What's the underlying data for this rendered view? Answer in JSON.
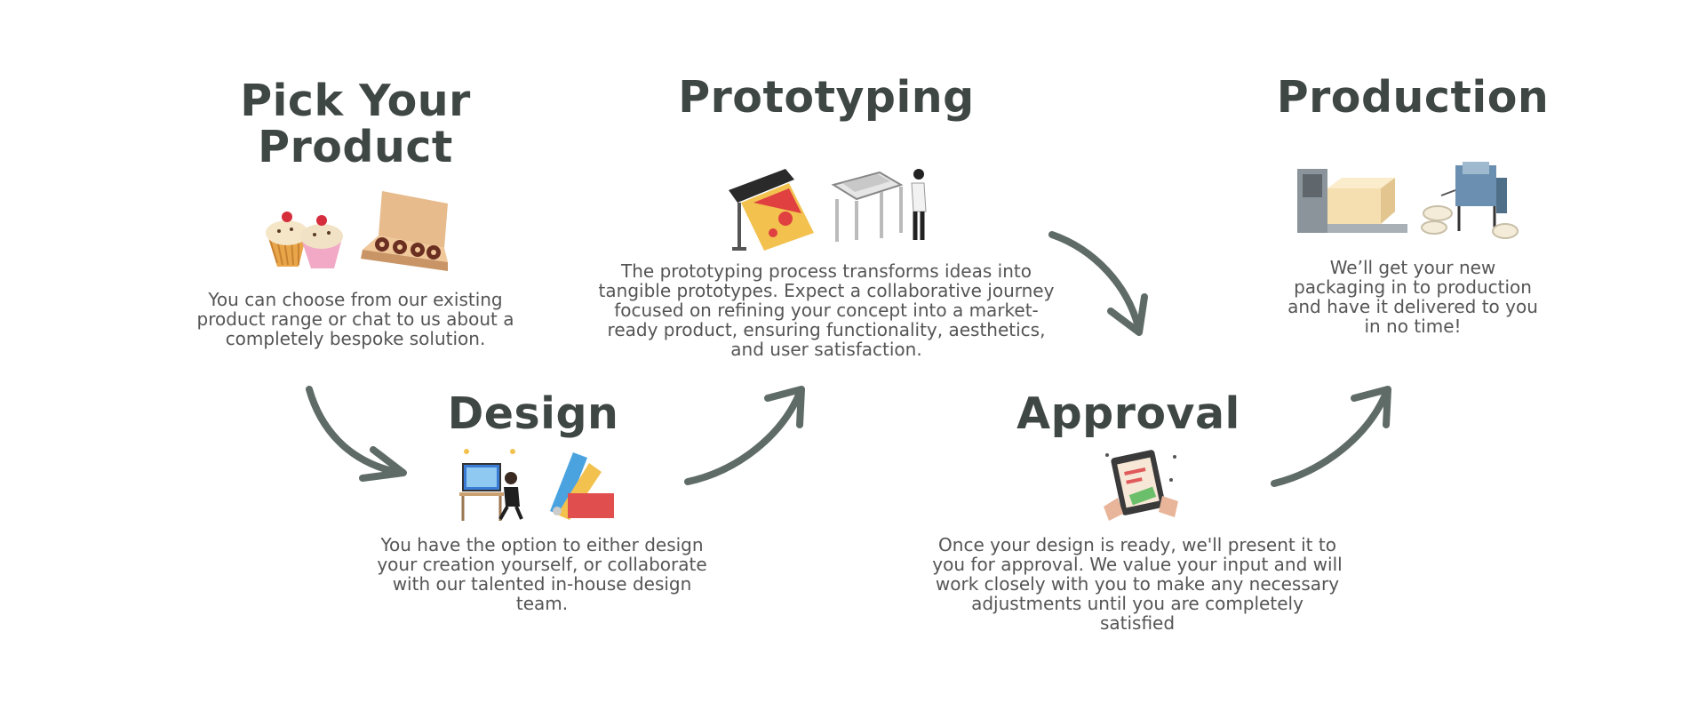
{
  "steps": {
    "pick": {
      "title_line1": "Pick Your",
      "title_line2": "Product",
      "desc_lines": [
        "You can choose from our existing",
        "product range or chat to us about a",
        "completely bespoke solution."
      ],
      "icons": [
        "cupcakes-icon",
        "donut-box-icon"
      ]
    },
    "design": {
      "title": "Design",
      "desc_lines": [
        "You have the option to either design",
        "your creation yourself, or collaborate",
        "with our talented in-house design",
        "team."
      ],
      "icons": [
        "designer-at-computer-icon",
        "color-swatch-icon"
      ]
    },
    "prototyping": {
      "title": "Prototyping",
      "desc_lines": [
        "The prototyping process transforms ideas into",
        "tangible prototypes. Expect a collaborative journey",
        "focused on refining your concept into a market-",
        "ready product, ensuring functionality, aesthetics,",
        "and user satisfaction."
      ],
      "icons": [
        "large-format-printer-icon",
        "cutting-table-icon"
      ]
    },
    "approval": {
      "title": "Approval",
      "desc_lines": [
        "Once your design is ready, we'll present it to",
        "you for approval. We value your input and will",
        "work closely with you to make any necessary",
        "adjustments until you are completely",
        "satisfied"
      ],
      "icons": [
        "approval-clipboard-icon"
      ]
    },
    "production": {
      "title": "Production",
      "desc_lines": [
        "We’ll get your new",
        "packaging in to production",
        "and have it delivered to you",
        "in no time!"
      ],
      "icons": [
        "factory-machine-icon",
        "paper-roll-machine-icon"
      ]
    }
  },
  "colors": {
    "title": "#3f4745",
    "text": "#555555",
    "arrow": "#5f6b67"
  }
}
